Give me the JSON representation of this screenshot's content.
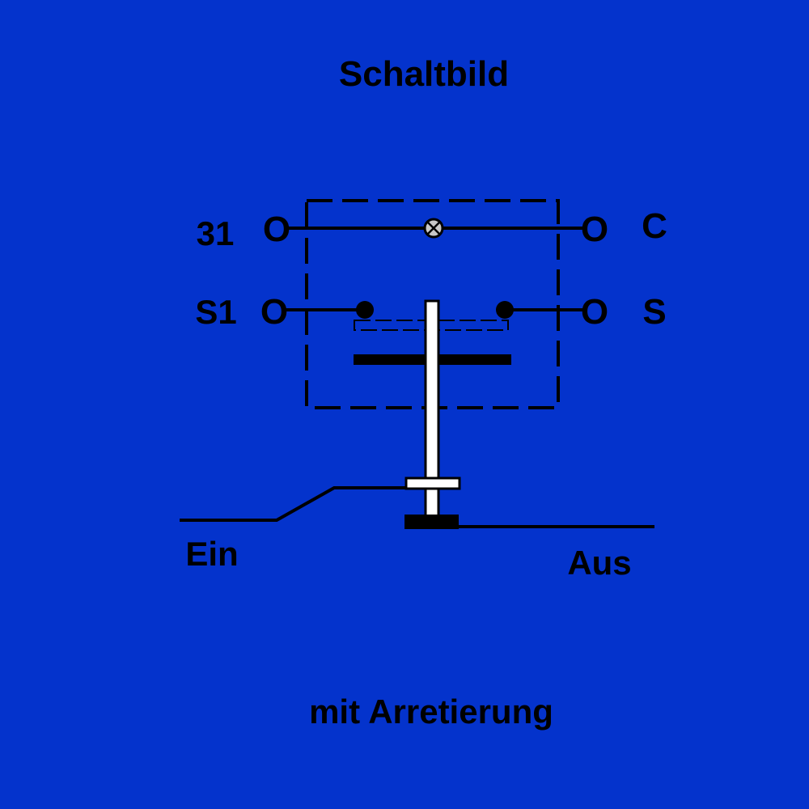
{
  "diagram": {
    "title": "Schaltbild",
    "caption": "mit Arretierung",
    "terminals": {
      "top_left": "31",
      "top_left_symbol": "O",
      "top_right": "C",
      "top_right_symbol": "O",
      "mid_left": "S1",
      "mid_left_symbol": "O",
      "mid_right": "S",
      "mid_right_symbol": "O"
    },
    "positions": {
      "on": "Ein",
      "off": "Aus"
    }
  },
  "colors": {
    "background": "#0433CC",
    "ink": "#000000",
    "plunger": "#FFFFFF"
  }
}
